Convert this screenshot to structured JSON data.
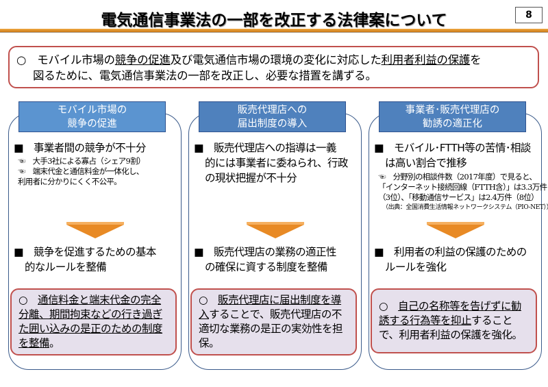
{
  "title": "電気通信事業法の一部を改正する法律案について",
  "page_number": "8",
  "summary": {
    "line1": [
      {
        "t": "○　モバイル市場の",
        "u": false
      },
      {
        "t": "競争の促進",
        "u": true
      },
      {
        "t": "及び電気通信市場の環境の変化に対応した",
        "u": false
      },
      {
        "t": "利用者利益の保護",
        "u": true
      },
      {
        "t": "を",
        "u": false
      }
    ],
    "line2": "図るために、電気通信事業法の一部を改正し、必要な措置を講ずる。"
  },
  "columns": [
    {
      "header": [
        "モバイル市場の",
        "競争の促進"
      ],
      "issue": [
        "■　事業者間の競争が不十分"
      ],
      "notes": [
        "☜　大手3社による寡占（シェア9割）",
        "☜　端末代金と通信料金が一体化し、",
        "利用者に分かりにくく不公平。"
      ],
      "measure": [
        "■　競争を促進するための基本",
        "的なルールを整備"
      ],
      "result": [
        {
          "t": "○　",
          "u": false
        },
        {
          "t": "通信料金と端末代金の完全分離、期間拘束などの行き過ぎた囲い込みの是正のための制度を整備",
          "u": true
        },
        {
          "t": "。",
          "u": false
        }
      ]
    },
    {
      "header": [
        "販売代理店への",
        "届出制度の導入"
      ],
      "issue": [
        "■　販売代理店への指導は一義",
        "的には事業者に委ねられ、行政",
        "の現状把握が不十分"
      ],
      "notes": [],
      "measure": [
        "■　販売代理店の業務の適正性",
        "の確保に資する制度を整備"
      ],
      "result": [
        {
          "t": "○　",
          "u": false
        },
        {
          "t": "販売代理店に届出制度を導入",
          "u": true
        },
        {
          "t": "することで、販売代理店の不適切な業務の是正の実効性を担保。",
          "u": false
        }
      ]
    },
    {
      "header": [
        "事業者･販売代理店の",
        "勧誘の適正化"
      ],
      "issue": [
        "■　モバイル･FTTH等の苦情･相談",
        "は高い割合で推移"
      ],
      "notes": [
        "☜　分野別の相談件数（2017年度）で見ると、",
        "「インターネット接続回線（FTTH含）」は3.3万件",
        "（3位）、「移動通信サービス」は2.4万件（8位）"
      ],
      "source": "（出典：全国消費生活情報ネットワークシステム（PIO-NET））",
      "measure": [
        "■　利用者の利益の保護のための",
        "ルールを強化"
      ],
      "result": [
        {
          "t": "○　",
          "u": false
        },
        {
          "t": "自己の名称等を告げずに勧誘する行為等を抑止",
          "u": true
        },
        {
          "t": "することで、利用者利益の保護を強化。",
          "u": false
        }
      ]
    }
  ],
  "colors": {
    "accent_red": "#c0504d",
    "header_blue": "#4f81bd",
    "arrow_orange": "#e88a25",
    "result_bg": "#e6e0ec"
  }
}
